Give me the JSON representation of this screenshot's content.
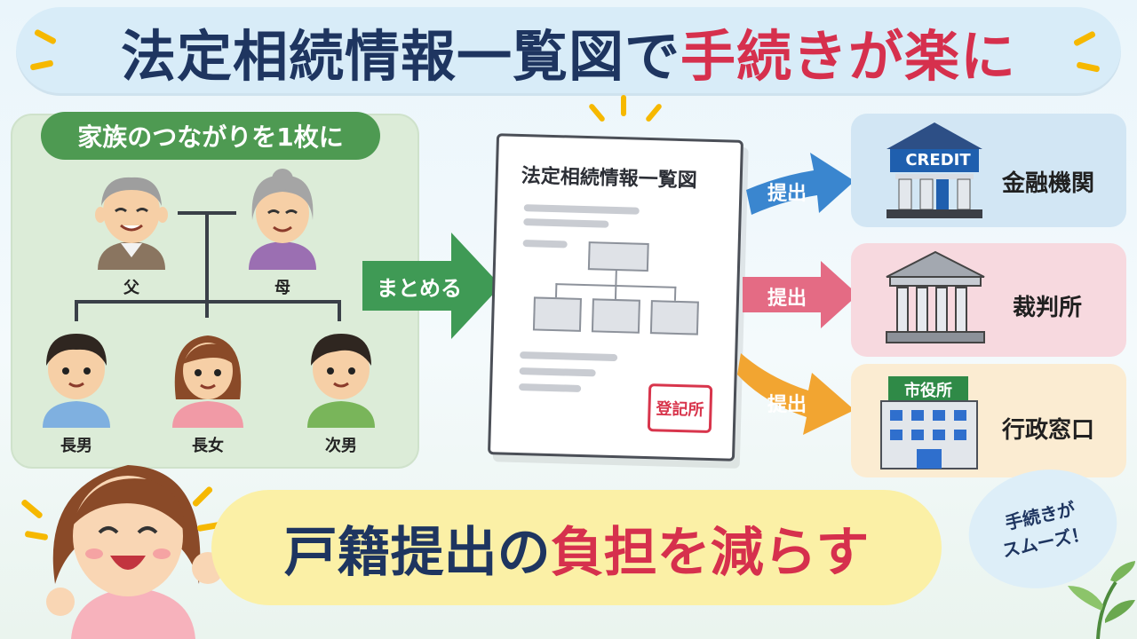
{
  "title": {
    "part1": "法定相続情報一覧図で",
    "part2": "手続きが楽に"
  },
  "family": {
    "caption": "家族のつながりを1枚に",
    "members": [
      {
        "label": "父"
      },
      {
        "label": "母"
      },
      {
        "label": "長男"
      },
      {
        "label": "長女"
      },
      {
        "label": "次男"
      }
    ]
  },
  "flow": {
    "arrow_label": "まとめる"
  },
  "document": {
    "title": "法定相続情報一覧図",
    "stamp": "登記所"
  },
  "destinations": [
    {
      "submit_label": "提出",
      "label": "金融機関",
      "sign": "CREDIT"
    },
    {
      "submit_label": "提出",
      "label": "裁判所"
    },
    {
      "submit_label": "提出",
      "label": "行政窓口",
      "sign": "市役所"
    }
  ],
  "bottom": {
    "part1": "戸籍提出の",
    "part2": "負担を減らす"
  },
  "bubble": {
    "line1": "手続きが",
    "line2": "スムーズ！"
  },
  "colors": {
    "navy": "#1e3560",
    "accent_red": "#d6304d",
    "green": "#4e9a52",
    "blue_arrow": "#3a86cf",
    "pink_arrow": "#e46b84",
    "orange_arrow": "#f2a531"
  }
}
